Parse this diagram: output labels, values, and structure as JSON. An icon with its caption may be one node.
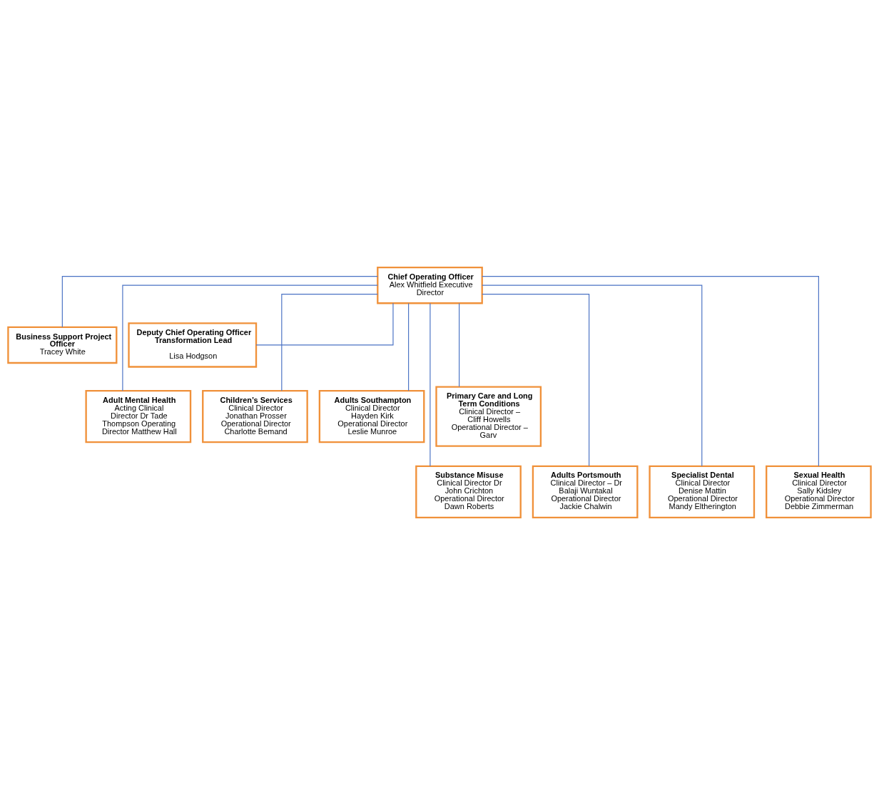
{
  "diagram": {
    "nodes": [
      {
        "text": [
          "Chief Operating Officer",
          "Alex Whitfield Executive Director"
        ]
      },
      {
        "text": [
          "Business Support Project Officer",
          "Tracey White"
        ]
      },
      {
        "text": [
          "Deputy Chief Operating Officer Transformation Lead",
          "Lisa Hodgson"
        ]
      },
      {
        "text": [
          "Adult Mental Health",
          "Acting Clinical Director Dr Tade Thompson Operating Director Matthew Hall"
        ]
      },
      {
        "text": [
          "Children’s Services",
          "Clinical Director Jonathan Prosser Operational Director Charlotte Bemand"
        ]
      },
      {
        "text": [
          "Adults Southampton",
          "Clinical Director Hayden Kirk Operational Director Leslie Munroe"
        ]
      },
      {
        "text": [
          "Primary Care and Long Term Conditions",
          "Clinical Director – Cliff Howells Operational Director – Garv"
        ]
      },
      {
        "text": [
          "Substance Misuse",
          "Clinical Director Dr John Crichton Operational Director Dawn Roberts"
        ]
      },
      {
        "text": [
          "Adults Portsmouth",
          "Clinical Director – Dr Balaji Wuntakal Operational Director Jackie Chalwin"
        ]
      },
      {
        "text": [
          "Specialist Dental",
          "Clinical Director Denise Mattin Operational Director Mandy Eltherington"
        ]
      },
      {
        "text": [
          "Sexual Health",
          "Clinical Director Sally Kidsley Operational Director Debbie Zimmerman"
        ]
      }
    ],
    "edges": [
      {
        "from": 0,
        "to": 1,
        "arrow": "none"
      },
      {
        "from": 0,
        "to": 2,
        "arrow": "none"
      },
      {
        "from": 0,
        "to": 3,
        "arrow": "none"
      },
      {
        "from": 0,
        "to": 4,
        "arrow": "none"
      },
      {
        "from": 0,
        "to": 5,
        "arrow": "none"
      },
      {
        "from": 0,
        "to": 6,
        "arrow": "none"
      },
      {
        "from": 0,
        "to": 7,
        "arrow": "none"
      },
      {
        "from": 0,
        "to": 8,
        "arrow": "none"
      },
      {
        "from": 0,
        "to": 9,
        "arrow": "none"
      },
      {
        "from": 0,
        "to": 10,
        "arrow": "none"
      }
    ]
  }
}
